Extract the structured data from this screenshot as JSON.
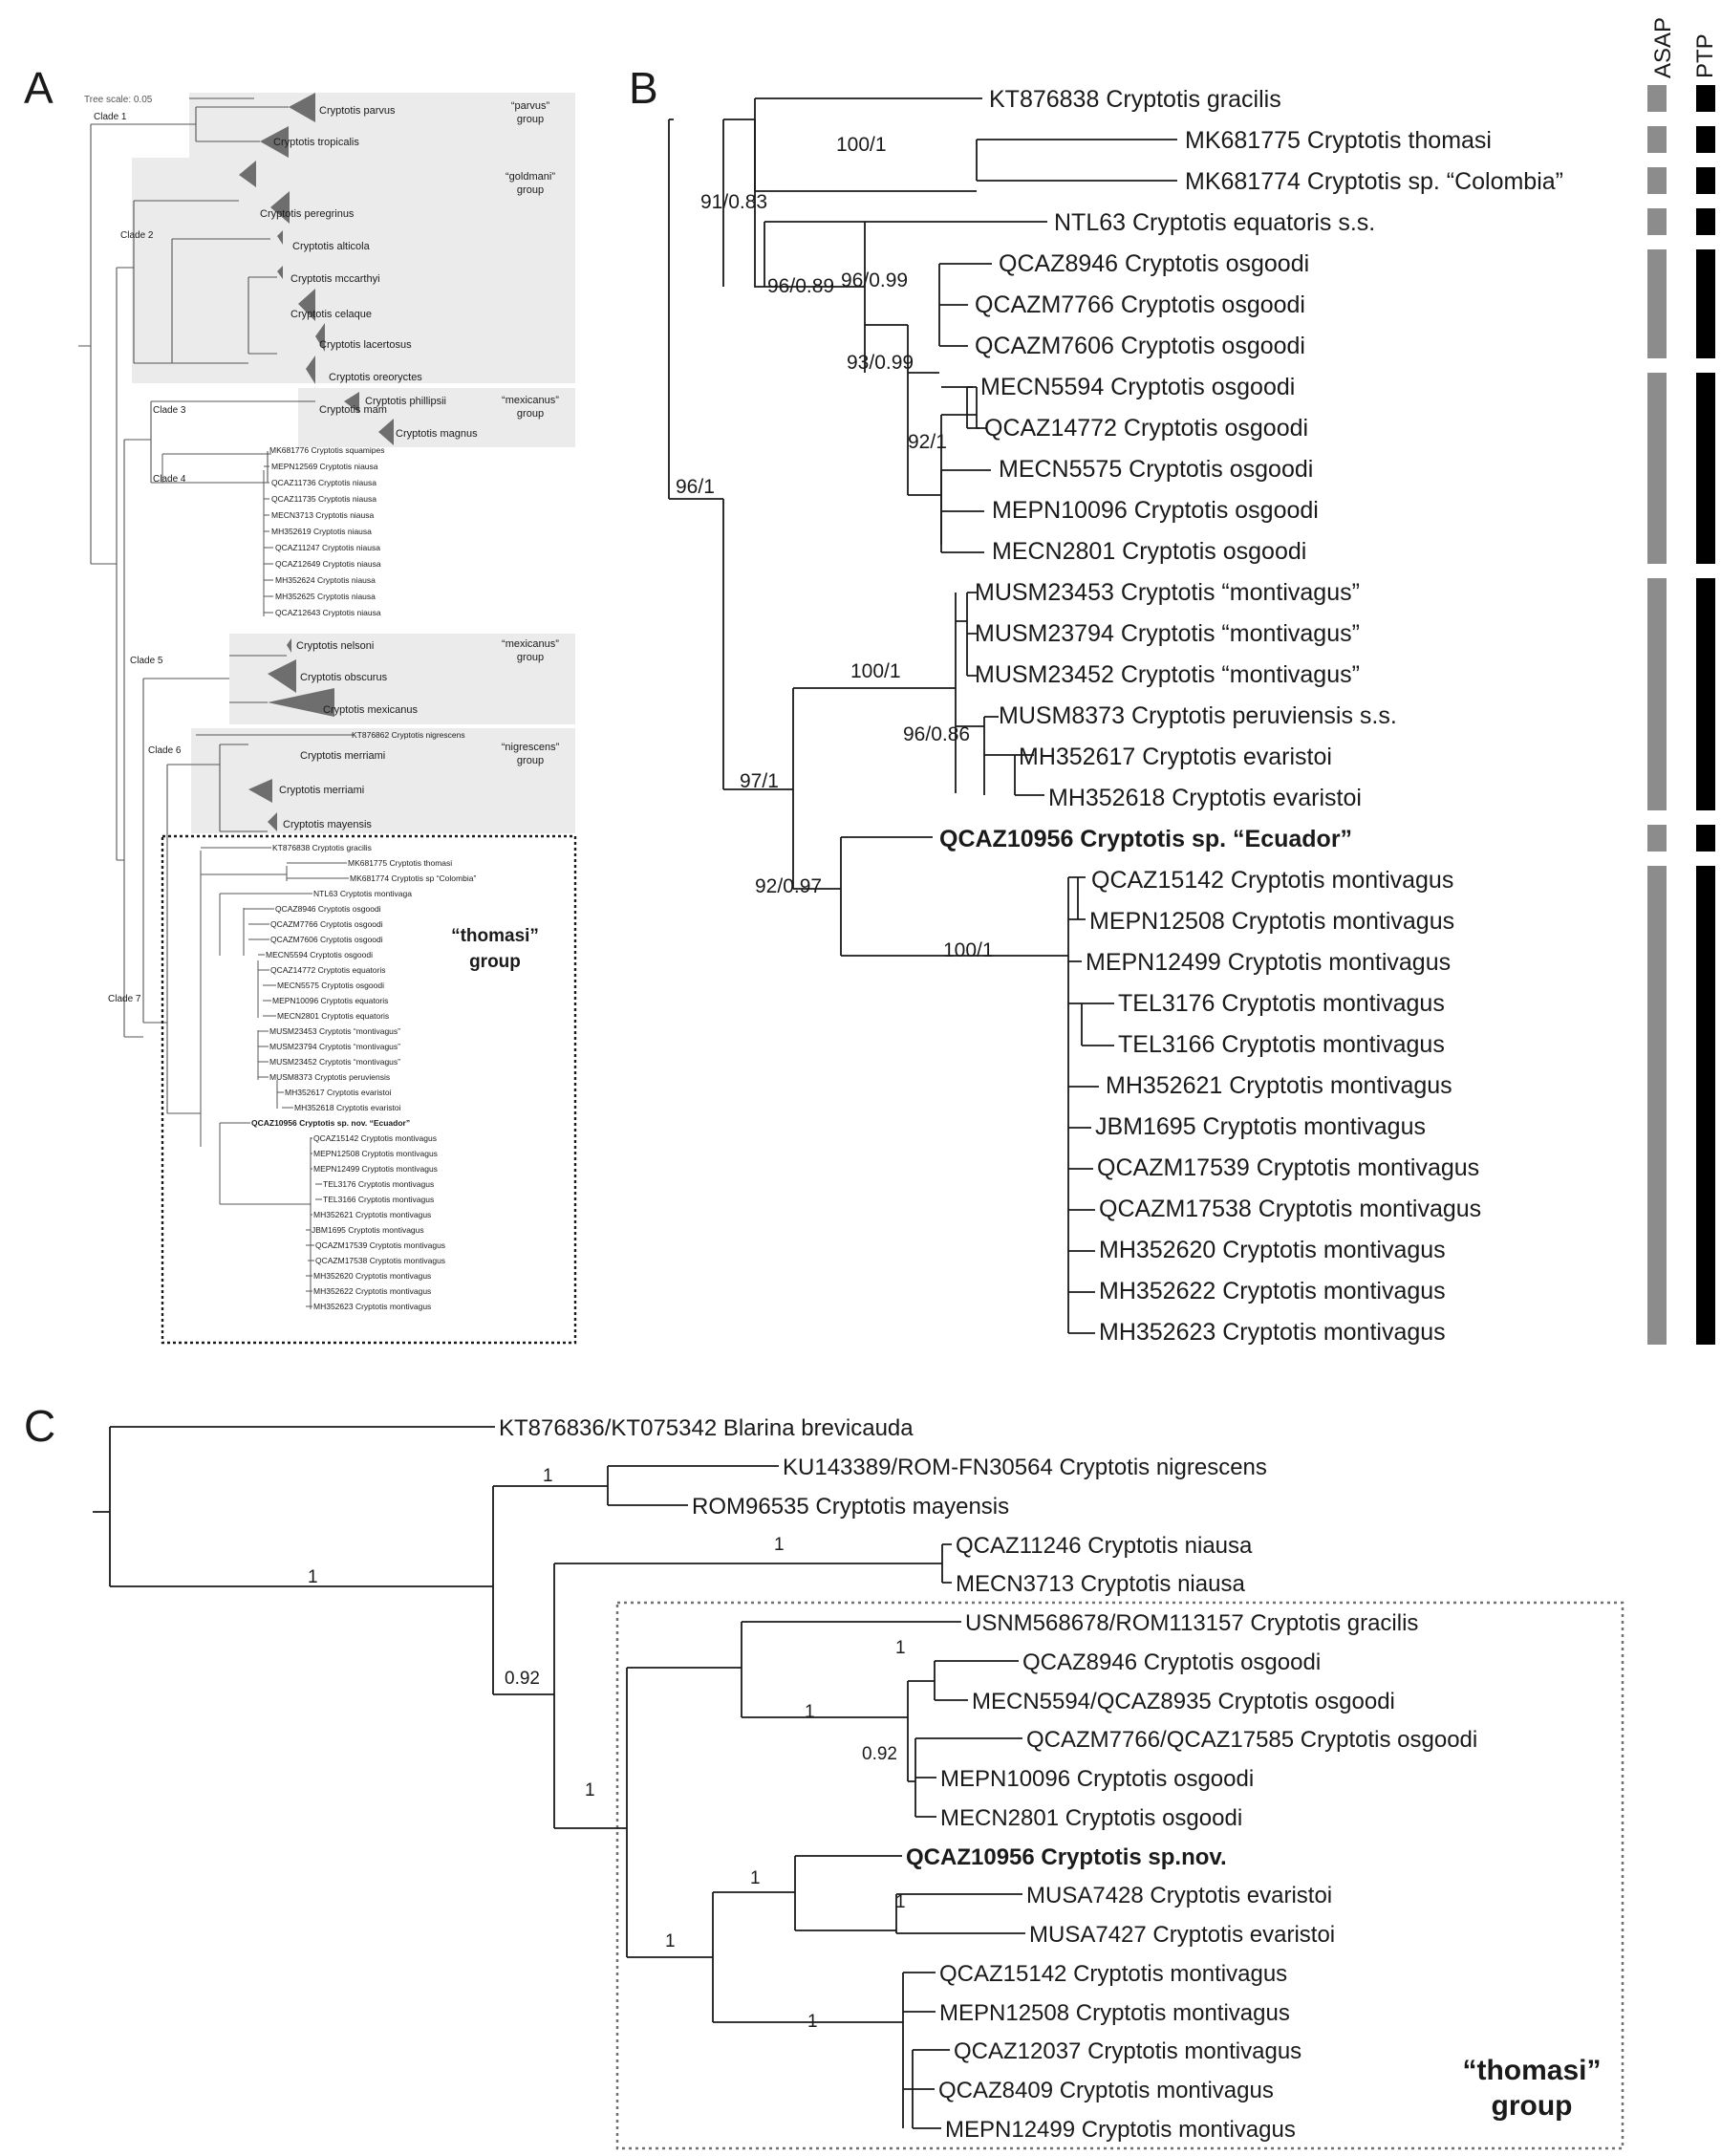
{
  "panels": {
    "a": "A",
    "b": "B",
    "c": "C"
  },
  "column_headers": {
    "asap": "ASAP",
    "ptp": "PTP"
  },
  "colors": {
    "tree_line": "#1a1a1a",
    "group_shading": "#ebebeb",
    "asap_bar": "#8c8c8c",
    "ptp_bar": "#000000",
    "triangle": "#6e6e6e"
  },
  "panelA": {
    "tree_scale": "Tree scale: 0.05",
    "clades": [
      "Clade 1",
      "Clade 2",
      "Clade 3",
      "Clade 4",
      "Clade 5",
      "Clade 6",
      "Clade 7"
    ],
    "groups": [
      {
        "line1": "“parvus”",
        "line2": "group"
      },
      {
        "line1": "“goldmani”",
        "line2": "group"
      },
      {
        "line1": "“mexicanus”",
        "line2": "group"
      },
      {
        "line1": "“mexicanus”",
        "line2": "group"
      },
      {
        "line1": "“nigrescens”",
        "line2": "group"
      }
    ],
    "thomasi_group": {
      "line1": "“thomasi”",
      "line2": "group"
    },
    "collapsed_taxa": [
      "Cryptotis parvus",
      "Cryptotis tropicalis",
      "Cryptotis peregrinus",
      "Cryptotis alticola",
      "Cryptotis mccarthyi",
      "Cryptotis celaque",
      "Cryptotis lacertosus",
      "Cryptotis oreoryctes",
      "Cryptotis mam",
      "Cryptotis phillipsii",
      "Cryptotis magnus",
      "Cryptotis nelsoni",
      "Cryptotis obscurus",
      "Cryptotis mexicanus",
      "Cryptotis merriami",
      "Cryptotis merriami",
      "Cryptotis mayensis"
    ],
    "clade4_tips": [
      "MK681776 Cryptotis squamipes",
      "MEPN12569 Cryptotis niausa",
      "QCAZ11736 Cryptotis niausa",
      "QCAZ11735 Cryptotis niausa",
      "MECN3713 Cryptotis niausa",
      "MH352619 Cryptotis niausa",
      "QCAZ11247 Cryptotis niausa",
      "QCAZ12649 Cryptotis niausa",
      "MH352624 Cryptotis niausa",
      "MH352625 Cryptotis niausa",
      "QCAZ12643 Cryptotis niausa"
    ],
    "nigrescens_tip": "KT876862 Cryptotis nigrescens",
    "thomasi_tips": [
      "KT876838 Cryptotis gracilis",
      "MK681775 Cryptotis thomasi",
      "MK681774 Cryptotis sp “Colombia”",
      "NTL63 Cryptotis montivaga",
      "QCAZ8946 Cryptotis osgoodi",
      "QCAZM7766 Cryptotis osgoodi",
      "QCAZM7606 Cryptotis osgoodi",
      "MECN5594 Cryptotis osgoodi",
      "QCAZ14772 Cryptotis equatoris",
      "MECN5575 Cryptotis osgoodi",
      "MEPN10096 Cryptotis equatoris",
      "MECN2801 Cryptotis equatoris",
      "MUSM23453 Cryptotis “montivagus”",
      "MUSM23794 Cryptotis “montivagus”",
      "MUSM23452 Cryptotis “montivagus”",
      "MUSM8373 Cryptotis peruviensis",
      "MH352617 Cryptotis evaristoi",
      "MH352618 Cryptotis evaristoi",
      "QCAZ10956 Cryptotis sp. nov. “Ecuador”",
      "QCAZ15142 Cryptotis montivagus",
      "MEPN12508 Cryptotis montivagus",
      "MEPN12499 Cryptotis montivagus",
      "TEL3176 Cryptotis montivagus",
      "TEL3166 Cryptotis montivagus",
      "MH352621 Cryptotis montivagus",
      "JBM1695 Cryptotis montivagus",
      "QCAZM17539 Cryptotis montivagus",
      "QCAZM17538 Cryptotis montivagus",
      "MH352620 Cryptotis montivagus",
      "MH352622 Cryptotis montivagus",
      "MH352623 Cryptotis montivagus"
    ]
  },
  "panelB": {
    "tips": [
      "KT876838 Cryptotis gracilis",
      "MK681775 Cryptotis thomasi",
      "MK681774 Cryptotis sp. “Colombia”",
      "NTL63 Cryptotis equatoris s.s.",
      "QCAZ8946 Cryptotis osgoodi",
      "QCAZM7766 Cryptotis osgoodi",
      "QCAZM7606 Cryptotis osgoodi",
      "MECN5594 Cryptotis osgoodi",
      "QCAZ14772 Cryptotis osgoodi",
      "MECN5575 Cryptotis osgoodi",
      "MEPN10096 Cryptotis osgoodi",
      "MECN2801 Cryptotis osgoodi",
      "MUSM23453 Cryptotis “montivagus”",
      "MUSM23794 Cryptotis “montivagus”",
      "MUSM23452 Cryptotis “montivagus”",
      "MUSM8373 Cryptotis peruviensis s.s.",
      "MH352617 Cryptotis evaristoi",
      "MH352618 Cryptotis evaristoi",
      "QCAZ10956 Cryptotis sp. “Ecuador”",
      "QCAZ15142 Cryptotis montivagus",
      "MEPN12508 Cryptotis montivagus",
      "MEPN12499 Cryptotis montivagus",
      "TEL3176 Cryptotis montivagus",
      "TEL3166 Cryptotis montivagus",
      "MH352621 Cryptotis montivagus",
      "JBM1695 Cryptotis montivagus",
      "QCAZM17539 Cryptotis montivagus",
      "QCAZM17538 Cryptotis montivagus",
      "MH352620 Cryptotis montivagus",
      "MH352622 Cryptotis montivagus",
      "MH352623 Cryptotis montivagus"
    ],
    "support": [
      "100/1",
      "91/0.83",
      "96/0.89",
      "96/0.99",
      "93/0.99",
      "92/1",
      "96/1",
      "100/1",
      "96/0.86",
      "97/1",
      "92/0.97",
      "100/1"
    ]
  },
  "panelC": {
    "tips": [
      "KT876836/KT075342 Blarina brevicauda",
      "KU143389/ROM-FN30564 Cryptotis nigrescens",
      "ROM96535 Cryptotis mayensis",
      "QCAZ11246 Cryptotis niausa",
      "MECN3713 Cryptotis niausa",
      "USNM568678/ROM113157 Cryptotis gracilis",
      "QCAZ8946 Cryptotis osgoodi",
      "MECN5594/QCAZ8935 Cryptotis osgoodi",
      "QCAZM7766/QCAZ17585 Cryptotis osgoodi",
      "MEPN10096 Cryptotis osgoodi",
      "MECN2801 Cryptotis osgoodi",
      "QCAZ10956 Cryptotis sp.nov.",
      "MUSA7428 Cryptotis evaristoi",
      "MUSA7427 Cryptotis evaristoi",
      "QCAZ15142 Cryptotis montivagus",
      "MEPN12508 Cryptotis montivagus",
      "QCAZ12037 Cryptotis montivagus",
      "QCAZ8409 Cryptotis montivagus",
      "MEPN12499 Cryptotis montivagus"
    ],
    "support": [
      "1",
      "1",
      "1",
      "0.92",
      "1",
      "1",
      "1",
      "0.92",
      "1",
      "1",
      "1",
      "1"
    ],
    "thomasi_group": {
      "line1": "“thomasi”",
      "line2": "group"
    }
  }
}
